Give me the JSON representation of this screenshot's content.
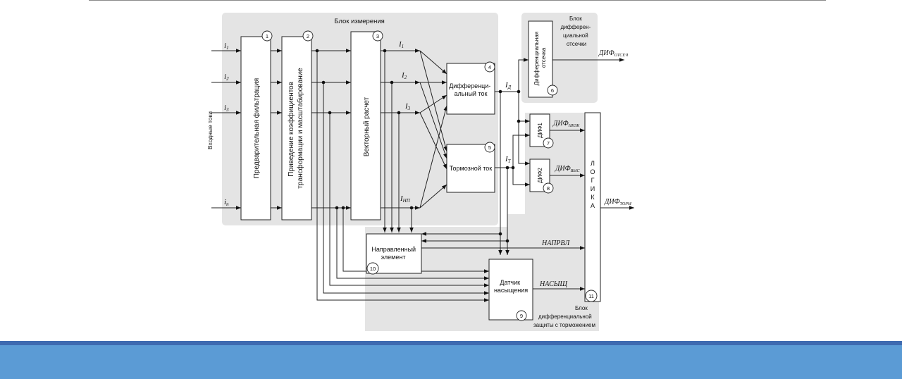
{
  "diagram": {
    "measurement_block_label": "Блок измерения",
    "inputs_label": "Входные токи",
    "inputs": [
      {
        "base": "i",
        "sub": "1"
      },
      {
        "base": "i",
        "sub": "2"
      },
      {
        "base": "i",
        "sub": "3"
      },
      {
        "base": "i",
        "sub": "n"
      }
    ],
    "blocks": {
      "prefilter": "Предварительная фильтрация",
      "scaling_line1": "Приведение коэффициентов",
      "scaling_line2": "трансформации и масштабирование",
      "vector": "Векторный расчет",
      "diff_current_line1": "Дифференци-",
      "diff_current_line2": "альный ток",
      "restraint_current": "Тормозной ток",
      "diff_cutoff_line1": "Дифференциальная",
      "diff_cutoff_line2": "отсечка",
      "dif1": "ДИФ1",
      "dif2": "ДИФ2",
      "logic": "ЛОГИКА",
      "directional_line1": "Направленный",
      "directional_line2": "элемент",
      "saturation_line1": "Датчик",
      "saturation_line2": "насыщения"
    },
    "numbers": [
      "1",
      "2",
      "3",
      "4",
      "5",
      "6",
      "7",
      "8",
      "9",
      "10",
      "11"
    ],
    "vector_outputs": [
      {
        "base": "I",
        "sub": "1"
      },
      {
        "base": "I",
        "sub": "2"
      },
      {
        "base": "I",
        "sub": "3"
      },
      {
        "base": "I",
        "sub": "НП"
      }
    ],
    "id_label": {
      "base": "I",
      "sub": "Д"
    },
    "it_label": {
      "base": "I",
      "sub": "Т"
    },
    "cutoff_region_label": [
      "Блок",
      "дифферен-",
      "циальной",
      "отсечки"
    ],
    "restraint_region_label": [
      "Блок",
      "дифференциальной",
      "защиты с торможением"
    ],
    "signals": {
      "cutoff": {
        "base": "ДИФ",
        "sub": "ОТСЕЧ"
      },
      "dif_low": {
        "base": "ДИФ",
        "sub": "НИЗК"
      },
      "dif_high": {
        "base": "ДИФ",
        "sub": "ВЫС"
      },
      "dif_restraint": {
        "base": "ДИФ",
        "sub": "ТОРМ"
      },
      "directional": "НАПРВЛ",
      "saturation": "НАСЫЩ"
    }
  }
}
